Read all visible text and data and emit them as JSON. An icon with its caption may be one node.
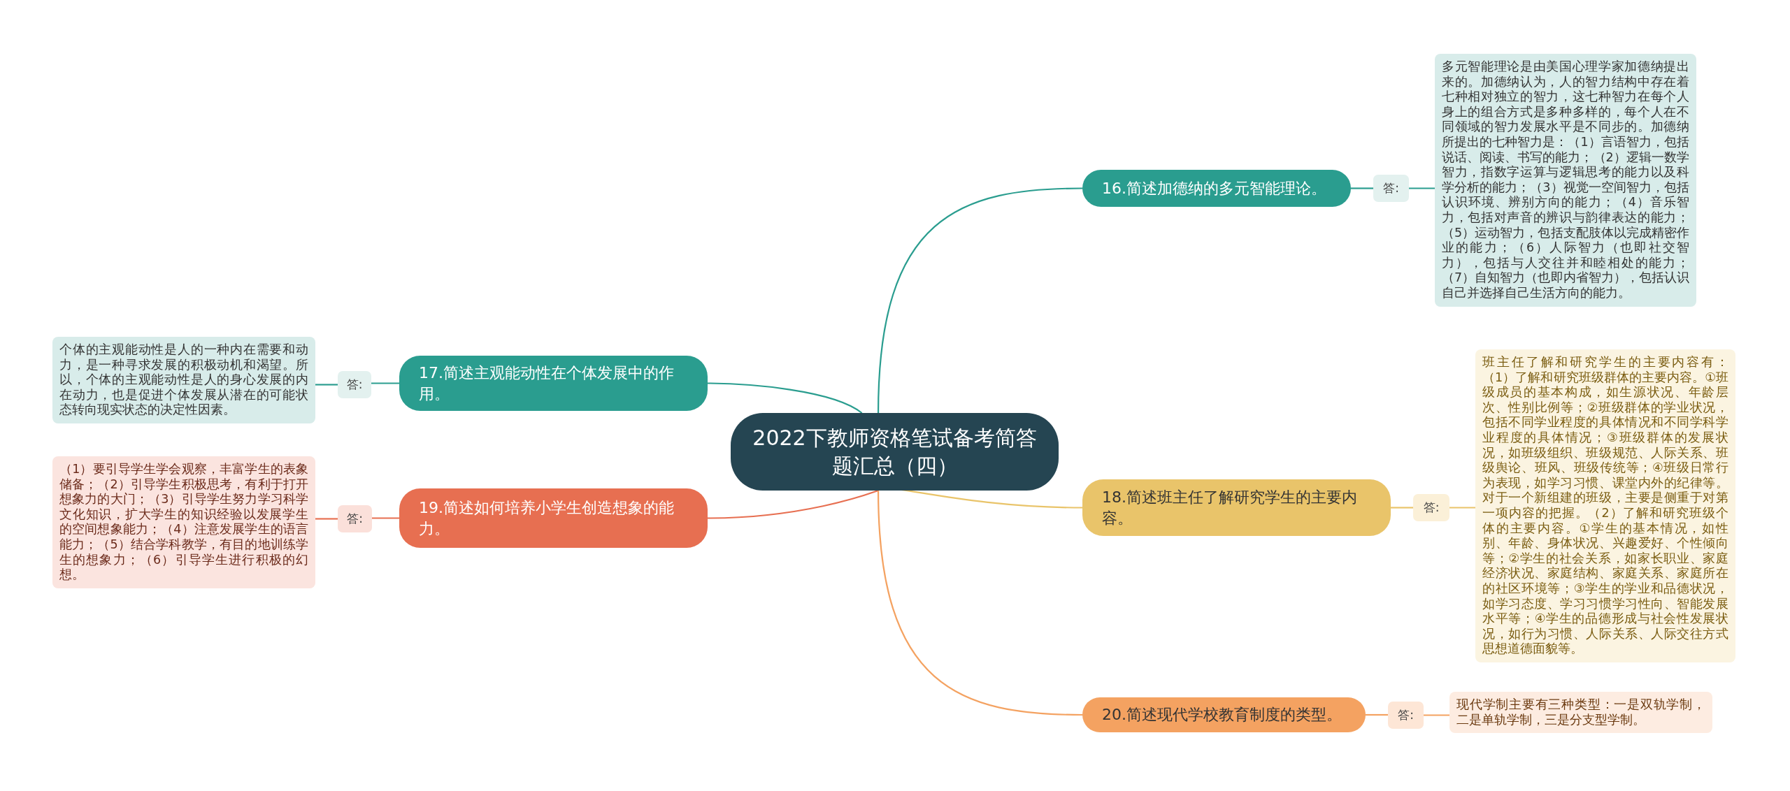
{
  "diagram": {
    "nodes": [
      {
        "text": [
          "2022下教师资格笔试备考简答题汇总（四）"
        ]
      },
      {
        "text": [
          "16.简述加德纳的多元智能理论。"
        ]
      },
      {
        "text": [
          "答:"
        ]
      },
      {
        "text": [
          "多元智能理论是由美国心理学家加德纳提出来的。加德纳认为，人的智力结构中存在着七种相对独立的智力，这七种智力在每个人身上的组合方式是多种多样的，每个人在不同领域的智力发展水平是不同步的。加德纳所提出的七种智力是：（1）言语智力，包括说话、阅读、书写的能力；（2）逻辑一数学智力，指数字运算与逻辑思考的能力以及科学分析的能力；（3）视觉一空间智力，包括认识环境、辨别方向的能力；（4）音乐智力，包括对声音的辨识与韵律表达的能力；（5）运动智力，包括支配肢体以完成精密作业的能力；（6）人际智力（也即社交智力），包括与人交往并和睦相处的能力；（7）自知智力（也即内省智力），包括认识自己并选择自己生活方向的能力。"
        ]
      },
      {
        "text": [
          "17.简述主观能动性在个体发展中的作用。"
        ]
      },
      {
        "text": [
          "答:"
        ]
      },
      {
        "text": [
          "个体的主观能动性是人的一种内在需要和动力，是一种寻求发展的积极动机和渴望。所以，个体的主观能动性是人的身心发展的内在动力，也是促进个体发展从潜在的可能状态转向现实状态的决定性因素。"
        ]
      },
      {
        "text": [
          "18.简述班主任了解研究学生的主要内容。"
        ]
      },
      {
        "text": [
          "答:"
        ]
      },
      {
        "text": [
          "班主任了解和研究学生的主要内容有：（1）了解和研究班级群体的主要内容。①班级成员的基本构成，如生源状况、年龄层次、性别比例等；②班级群体的学业状况，包括不同学业程度的具体情况和不同学科学业程度的具体情况；③班级群体的发展状况，如班级组织、班级规范、人际关系、班级舆论、班风、班级传统等；④班级日常行为表现，如学习习惯、课堂内外的纪律等。对于一个新组建的班级，主要是侧重于对第一项内容的把握。（2）了解和研究班级个体的主要内容。①学生的基本情况，如性别、年龄、身体状况、兴趣爱好、个性倾向等；②学生的社会关系，如家长职业、家庭经济状况、家庭结构、家庭关系、家庭所在的社区环境等；③学生的学业和品德状况，如学习态度、学习习惯学习性向、智能发展水平等；④学生的品德形成与社会性发展状况，如行为习惯、人际关系、人际交往方式思想道德面貌等。"
        ]
      },
      {
        "text": [
          "19.简述如何培养小学生创造想象的能力。"
        ]
      },
      {
        "text": [
          "答:"
        ]
      },
      {
        "text": [
          "（1）要引导学生学会观察，丰富学生的表象储备；（2）引导学生积极思考，有利于打开想象力的大门；（3）引导学生努力学习科学文化知识，扩大学生的知识经验以发展学生的空间想象能力；（4）注意发展学生的语言能力；（5）结合学科教学，有目的地训练学生的想象力；（6）引导学生进行积极的幻想。"
        ]
      },
      {
        "text": [
          "20.简述现代学校教育制度的类型。"
        ]
      },
      {
        "text": [
          "答:"
        ]
      },
      {
        "text": [
          "现代学制主要有三种类型：一是双轨学制，二是单轨学制，三是分支型学制。"
        ]
      }
    ],
    "edges": [
      {
        "from": 0,
        "to": 1,
        "arrow": "none",
        "color": "#2a9d8f"
      },
      {
        "from": 1,
        "to": 2,
        "arrow": "none",
        "color": "#2a9d8f"
      },
      {
        "from": 2,
        "to": 3,
        "arrow": "none",
        "color": "#2a9d8f"
      },
      {
        "from": 0,
        "to": 4,
        "arrow": "none",
        "color": "#2a9d8f"
      },
      {
        "from": 4,
        "to": 5,
        "arrow": "none",
        "color": "#2a9d8f"
      },
      {
        "from": 5,
        "to": 6,
        "arrow": "none",
        "color": "#2a9d8f"
      },
      {
        "from": 0,
        "to": 7,
        "arrow": "none",
        "color": "#e9c46a"
      },
      {
        "from": 7,
        "to": 8,
        "arrow": "none",
        "color": "#e9c46a"
      },
      {
        "from": 8,
        "to": 9,
        "arrow": "none",
        "color": "#e9c46a"
      },
      {
        "from": 0,
        "to": 10,
        "arrow": "none",
        "color": "#e76f51"
      },
      {
        "from": 10,
        "to": 11,
        "arrow": "none",
        "color": "#e76f51"
      },
      {
        "from": 11,
        "to": 12,
        "arrow": "none",
        "color": "#e76f51"
      },
      {
        "from": 0,
        "to": 13,
        "arrow": "none",
        "color": "#f4a261"
      },
      {
        "from": 13,
        "to": 14,
        "arrow": "none",
        "color": "#f4a261"
      },
      {
        "from": 14,
        "to": 15,
        "arrow": "none",
        "color": "#f4a261"
      }
    ]
  }
}
